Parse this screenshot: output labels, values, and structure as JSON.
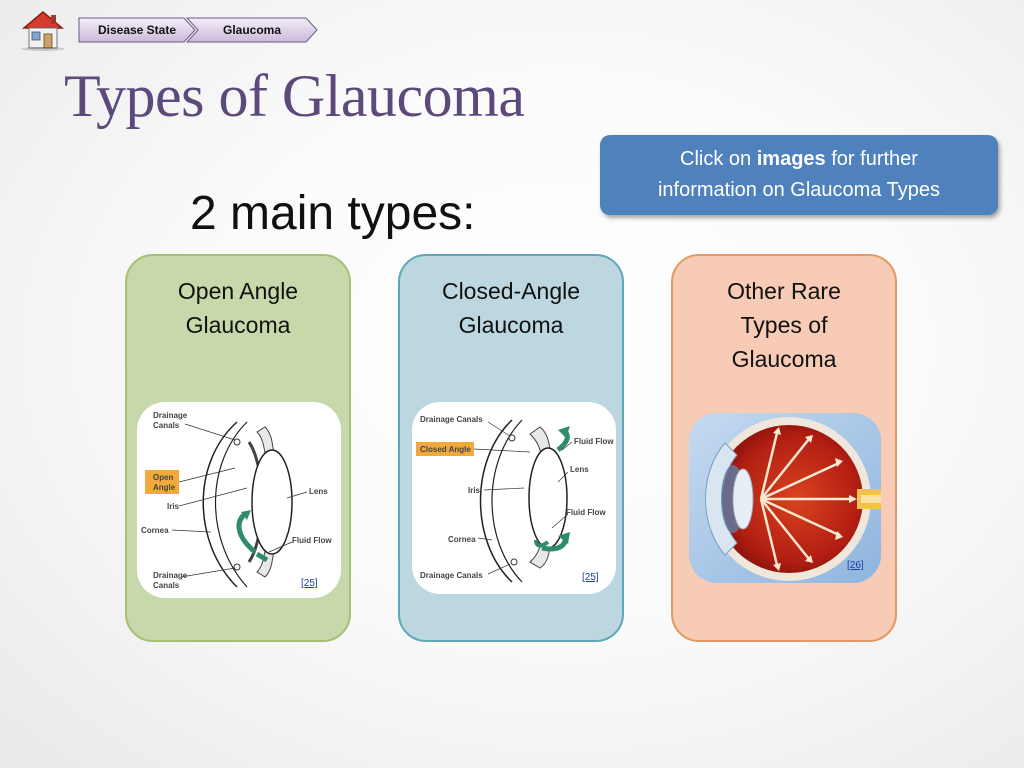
{
  "breadcrumb": {
    "items": [
      {
        "label": "Disease State"
      },
      {
        "label": "Glaucoma"
      }
    ]
  },
  "title": "Types of Glaucoma",
  "info_button": {
    "prefix": "Click on ",
    "bold": "images",
    "suffix": " for further",
    "line2": "information on Glaucoma Types",
    "color": "#4f81bd"
  },
  "subtitle": "2 main types:",
  "cards": [
    {
      "label_lines": [
        "Open Angle",
        "Glaucoma"
      ],
      "citation": "[25]",
      "diagram_labels": {
        "drainage_top_1": "Drainage",
        "drainage_top_2": "Canals",
        "angle_1": "Open",
        "angle_2": "Angle",
        "iris": "Iris",
        "lens": "Lens",
        "cornea": "Cornea",
        "fluid": "Fluid Flow",
        "drainage_bottom_1": "Drainage",
        "drainage_bottom_2": "Canals"
      },
      "color": "#c7d8aa"
    },
    {
      "label_lines": [
        "Closed-Angle",
        "Glaucoma"
      ],
      "citation": "[25]",
      "diagram_labels": {
        "drainage_top": "Drainage Canals",
        "angle": "Closed Angle",
        "fluid_top": "Fluid Flow",
        "lens": "Lens",
        "iris": "Iris",
        "fluid_bottom": "Fluid Flow",
        "cornea": "Cornea",
        "drainage_bottom": "Drainage Canals"
      },
      "color": "#bcd7e0"
    },
    {
      "label_lines": [
        "Other Rare",
        "Types of",
        "Glaucoma"
      ],
      "citation": "[26]",
      "color": "#f7cbb5"
    }
  ],
  "icons": {
    "home": "house-icon",
    "eye": "eyeball-cross-section-icon"
  }
}
